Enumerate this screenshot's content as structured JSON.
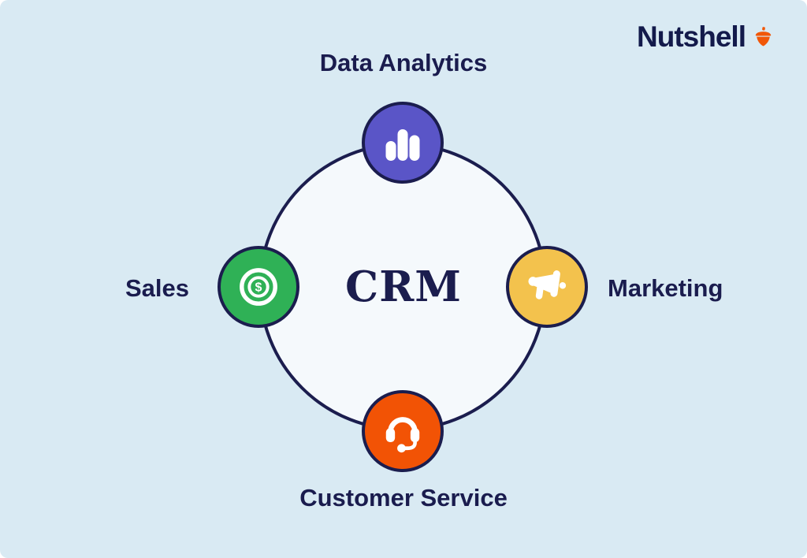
{
  "logo": {
    "text": "Nutshell",
    "icon": "acorn-icon",
    "text_color": "#131a4b",
    "acorn_color": "#f15708"
  },
  "center": {
    "label": "CRM"
  },
  "nodes": [
    {
      "label": "Data Analytics",
      "icon": "bar-chart-icon",
      "color": "#5a55c7",
      "position": "top"
    },
    {
      "label": "Marketing",
      "icon": "megaphone-icon",
      "color": "#f3c24d",
      "position": "right"
    },
    {
      "label": "Customer Service",
      "icon": "headset-icon",
      "color": "#f25305",
      "position": "bottom"
    },
    {
      "label": "Sales",
      "icon": "dollar-coin-icon",
      "color": "#2fb156",
      "position": "left"
    }
  ],
  "icons": {
    "dollar_sign": "$"
  },
  "colors": {
    "background": "#d9eaf3",
    "outline_navy": "#1b1d4e",
    "ring_fill": "#f5f9fc",
    "icon_glyph": "#ffffff"
  }
}
